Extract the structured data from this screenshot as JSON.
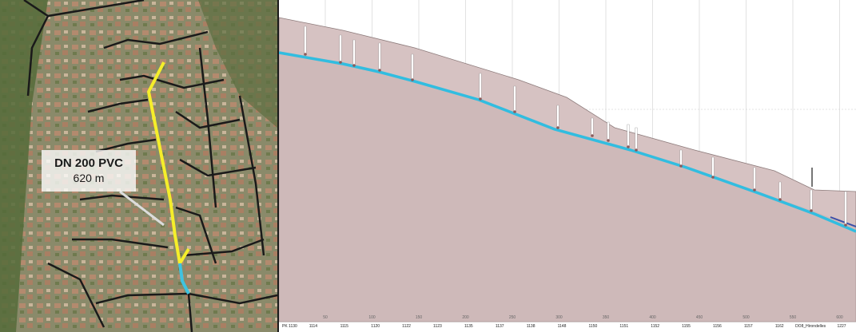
{
  "callout": {
    "pipe": "DN 200 PVC",
    "length": "620 m"
  },
  "colors": {
    "new_pipe": "#f5ee2a",
    "existing_pipe": "#1a1a1a",
    "outlet_segment": "#3fc3e0",
    "ground_fill": "#d6c2c2",
    "invert_line": "#31bde0"
  },
  "profile": {
    "distance_ticks": [
      "50",
      "100",
      "150",
      "200",
      "250",
      "300",
      "350",
      "400",
      "450",
      "500",
      "550",
      "600"
    ],
    "node_labels": [
      "PK 1130",
      "1114",
      "1115",
      "1120",
      "1122",
      "1123",
      "1135",
      "1137",
      "1138",
      "1148",
      "1150",
      "1151",
      "1152",
      "1155",
      "1156",
      "1157",
      "1162",
      "DO8_Hirondelles",
      "1227"
    ]
  }
}
